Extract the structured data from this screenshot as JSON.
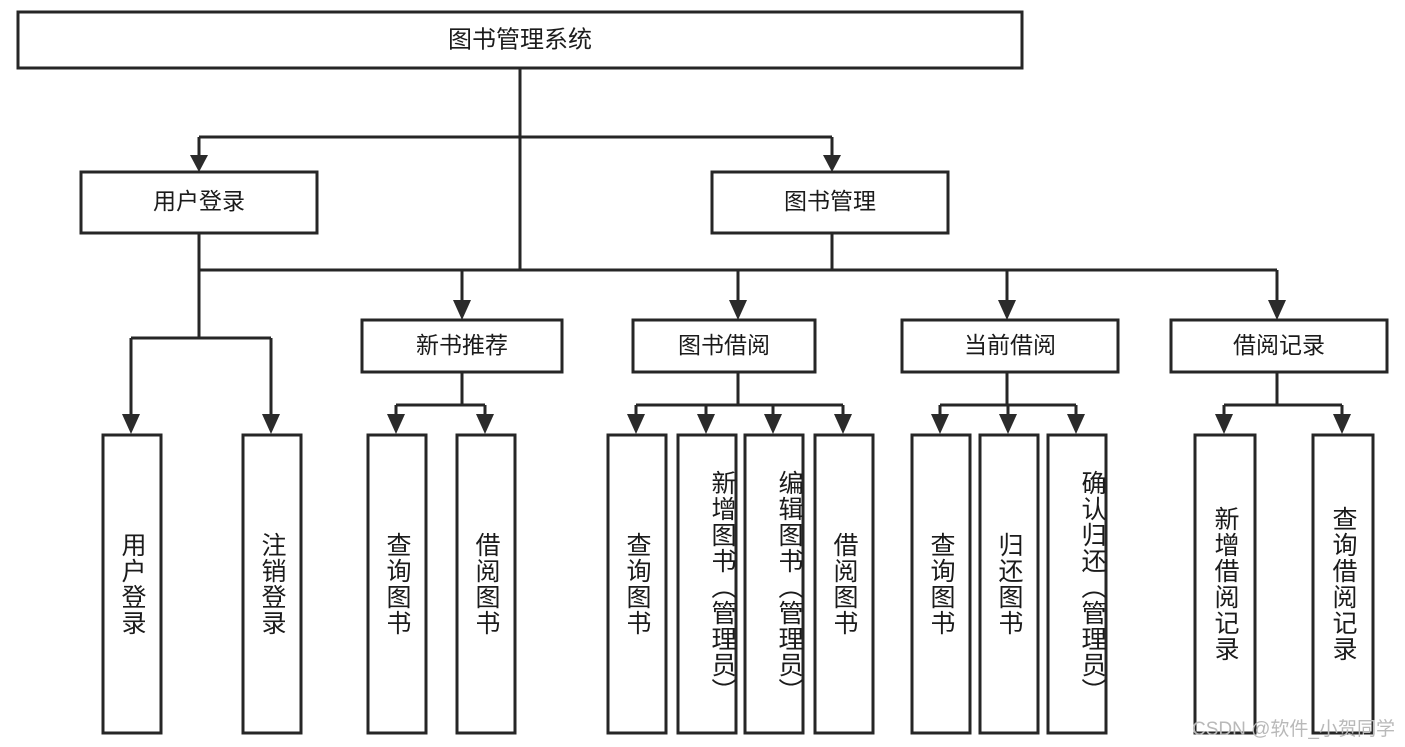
{
  "diagram": {
    "title": "图书管理系统",
    "type": "tree-hierarchy-chart",
    "root": {
      "id": "root",
      "label": "图书管理系统"
    },
    "level2": [
      {
        "id": "user-login",
        "label": "用户登录"
      },
      {
        "id": "book-management",
        "label": "图书管理"
      }
    ],
    "level3": [
      {
        "id": "new-book-recommend",
        "label": "新书推荐",
        "parent": "book-management"
      },
      {
        "id": "book-borrow",
        "label": "图书借阅",
        "parent": "book-management"
      },
      {
        "id": "current-borrow",
        "label": "当前借阅",
        "parent": "book-management"
      },
      {
        "id": "borrow-record",
        "label": "借阅记录",
        "parent": "book-management"
      }
    ],
    "leaves": [
      {
        "id": "leaf-user-login",
        "label": "用户登录",
        "parent": "user-login"
      },
      {
        "id": "leaf-logout",
        "label": "注销登录",
        "parent": "user-login"
      },
      {
        "id": "leaf-query-book-1",
        "label": "查询图书",
        "parent": "new-book-recommend"
      },
      {
        "id": "leaf-borrow-book-1",
        "label": "借阅图书",
        "parent": "new-book-recommend"
      },
      {
        "id": "leaf-query-book-2",
        "label": "查询图书",
        "parent": "book-borrow"
      },
      {
        "id": "leaf-add-book",
        "label": "新增图书（管理员）",
        "parent": "book-borrow"
      },
      {
        "id": "leaf-edit-book",
        "label": "编辑图书（管理员）",
        "parent": "book-borrow"
      },
      {
        "id": "leaf-borrow-book-2",
        "label": "借阅图书",
        "parent": "book-borrow"
      },
      {
        "id": "leaf-query-book-3",
        "label": "查询图书",
        "parent": "current-borrow"
      },
      {
        "id": "leaf-return-book",
        "label": "归还图书",
        "parent": "current-borrow"
      },
      {
        "id": "leaf-confirm-return",
        "label": "确认归还（管理员）",
        "parent": "current-borrow"
      },
      {
        "id": "leaf-add-record",
        "label": "新增借阅记录",
        "parent": "borrow-record"
      },
      {
        "id": "leaf-query-record",
        "label": "查询借阅记录",
        "parent": "borrow-record"
      }
    ],
    "colors": {
      "node_stroke": "#262626",
      "node_fill": "#ffffff",
      "connector": "#262626",
      "text": "#1b1b1b",
      "watermark": "#b9b9b9",
      "background": "#ffffff"
    }
  },
  "watermark": {
    "text": "CSDN @软件_小贺同学"
  }
}
